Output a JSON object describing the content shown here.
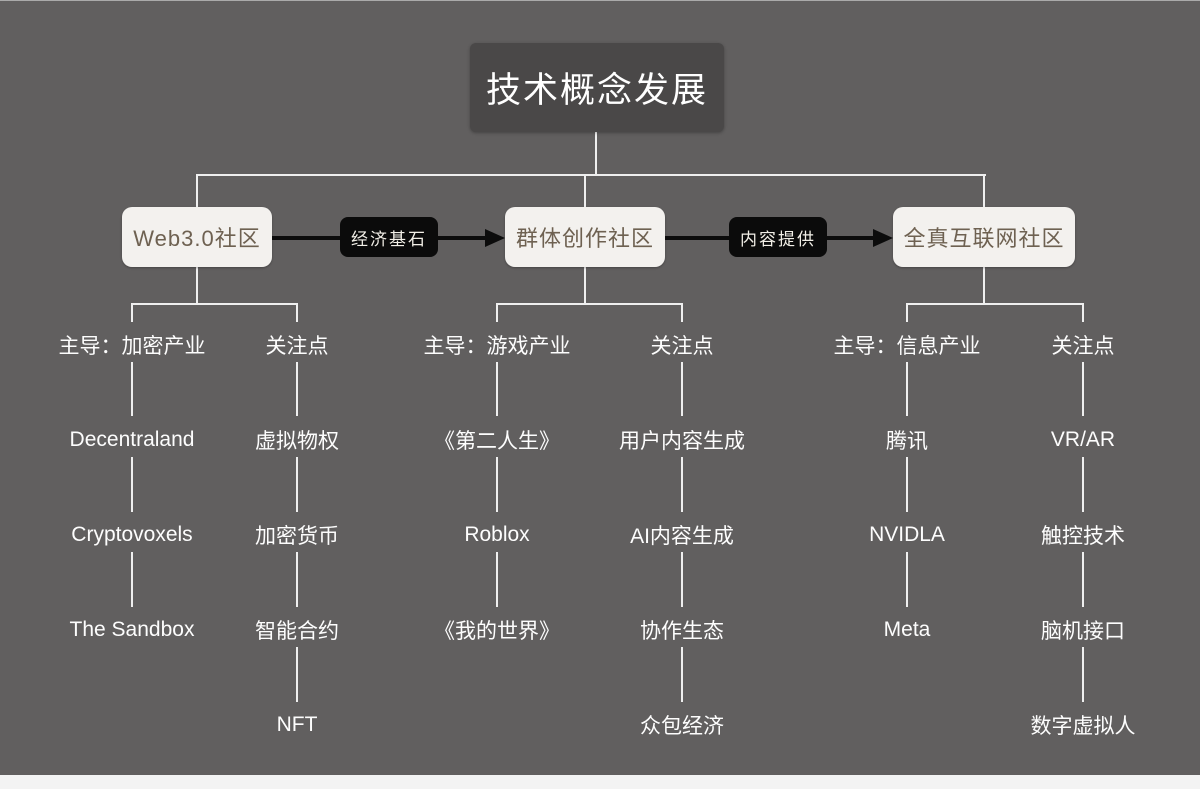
{
  "root": {
    "title": "技术概念发展"
  },
  "edges": [
    {
      "label": "经济基石"
    },
    {
      "label": "内容提供"
    }
  ],
  "groups": [
    {
      "box": "Web3.0社区",
      "columns": [
        {
          "header": "主导：加密产业",
          "items": [
            "Decentraland",
            "Cryptovoxels",
            "The Sandbox"
          ]
        },
        {
          "header": "关注点",
          "items": [
            "虚拟物权",
            "加密货币",
            "智能合约",
            "NFT"
          ]
        }
      ]
    },
    {
      "box": "群体创作社区",
      "columns": [
        {
          "header": "主导：游戏产业",
          "items": [
            "《第二人生》",
            "Roblox",
            "《我的世界》"
          ]
        },
        {
          "header": "关注点",
          "items": [
            "用户内容生成",
            "AI内容生成",
            "协作生态",
            "众包经济"
          ]
        }
      ]
    },
    {
      "box": "全真互联网社区",
      "columns": [
        {
          "header": "主导：信息产业",
          "items": [
            "腾讯",
            "NVIDLA",
            "Meta"
          ]
        },
        {
          "header": "关注点",
          "items": [
            "VR/AR",
            "触控技术",
            "脑机接口",
            "数字虚拟人"
          ]
        }
      ]
    }
  ],
  "colors": {
    "background": "#615f5f",
    "root_box": "#4a4848",
    "node_box": "#f3f1ee",
    "node_text": "#6e6151",
    "edge_label_bg": "#0b0b0b",
    "edge_label_text": "#f2efe7",
    "connector": "#efefef",
    "arrow": "#0c0c0c",
    "leaf_text": "#fdfdfd",
    "footer_strip": "#f3f3f3"
  }
}
